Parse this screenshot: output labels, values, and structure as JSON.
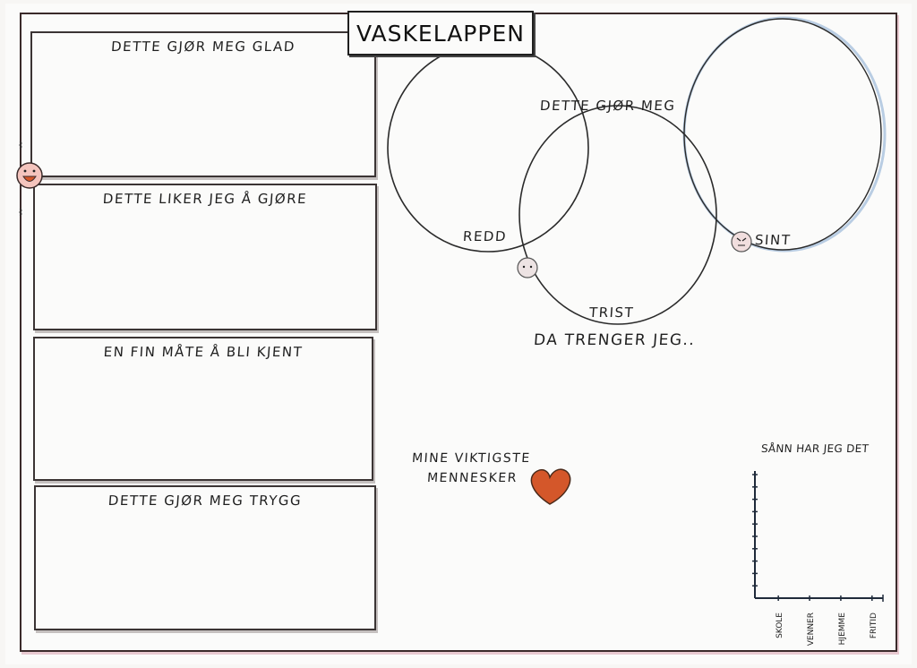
{
  "title": "VASKELAPPEN",
  "boxes": [
    {
      "label": "DETTE GJØR MEG GLAD"
    },
    {
      "label": "DETTE LIKER JEG Å GJØRE"
    },
    {
      "label": "EN FIN MÅTE Å BLI KJENT"
    },
    {
      "label": "DETTE GJØR MEG TRYGG"
    }
  ],
  "emotions": {
    "center_label": "DETTE GJØR MEG",
    "redd": "REDD",
    "trist": "TRIST",
    "sint": "SINT",
    "needs_label": "DA TRENGER JEG.."
  },
  "people": {
    "line1": "MINE VIKTIGSTE",
    "line2": "MENNESKER",
    "heart_color": "#d4572a"
  },
  "chart_data": {
    "type": "bar",
    "title": "SÅNN HAR JEG DET",
    "categories": [
      "SKOLE",
      "VENNER",
      "HJEMME",
      "FRITID"
    ],
    "values": [],
    "y_ticks": 10
  }
}
